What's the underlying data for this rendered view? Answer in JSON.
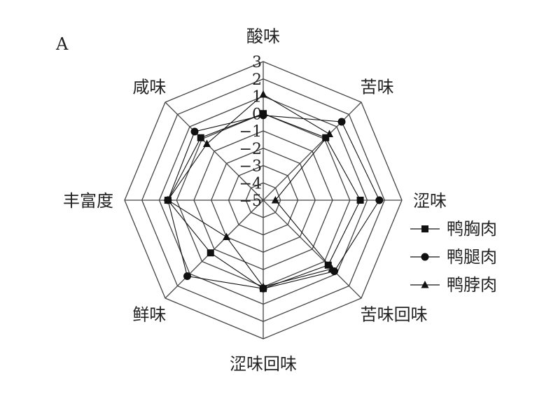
{
  "panel_label": "A",
  "chart_data": {
    "type": "radar",
    "axes": [
      "酸味",
      "苦味",
      "涩味",
      "苦味回味",
      "涩味回味",
      "鲜味",
      "丰富度",
      "咸味"
    ],
    "scale": {
      "min": -5,
      "max": 3,
      "ticks": [
        3,
        2,
        1,
        0,
        -1,
        -2,
        -3,
        -4,
        -5
      ],
      "tick_labels": [
        "3",
        "2",
        "1",
        "0",
        "−1",
        "−2",
        "−3",
        "−4",
        "−5"
      ]
    },
    "series": [
      {
        "name": "鸭胸肉",
        "marker": "square",
        "values": [
          0.0,
          0.1,
          0.6,
          0.3,
          0.1,
          -0.7,
          0.5,
          0.1
        ]
      },
      {
        "name": "鸭腿肉",
        "marker": "circle",
        "values": [
          -0.1,
          1.4,
          1.7,
          0.8,
          0.1,
          1.2,
          0.5,
          0.6
        ]
      },
      {
        "name": "鸭脖肉",
        "marker": "triangle",
        "values": [
          1.1,
          0.4,
          -4.3,
          0.6,
          0.0,
          -2.0,
          0.5,
          -0.4
        ]
      }
    ],
    "grid": true,
    "legend": "right"
  }
}
